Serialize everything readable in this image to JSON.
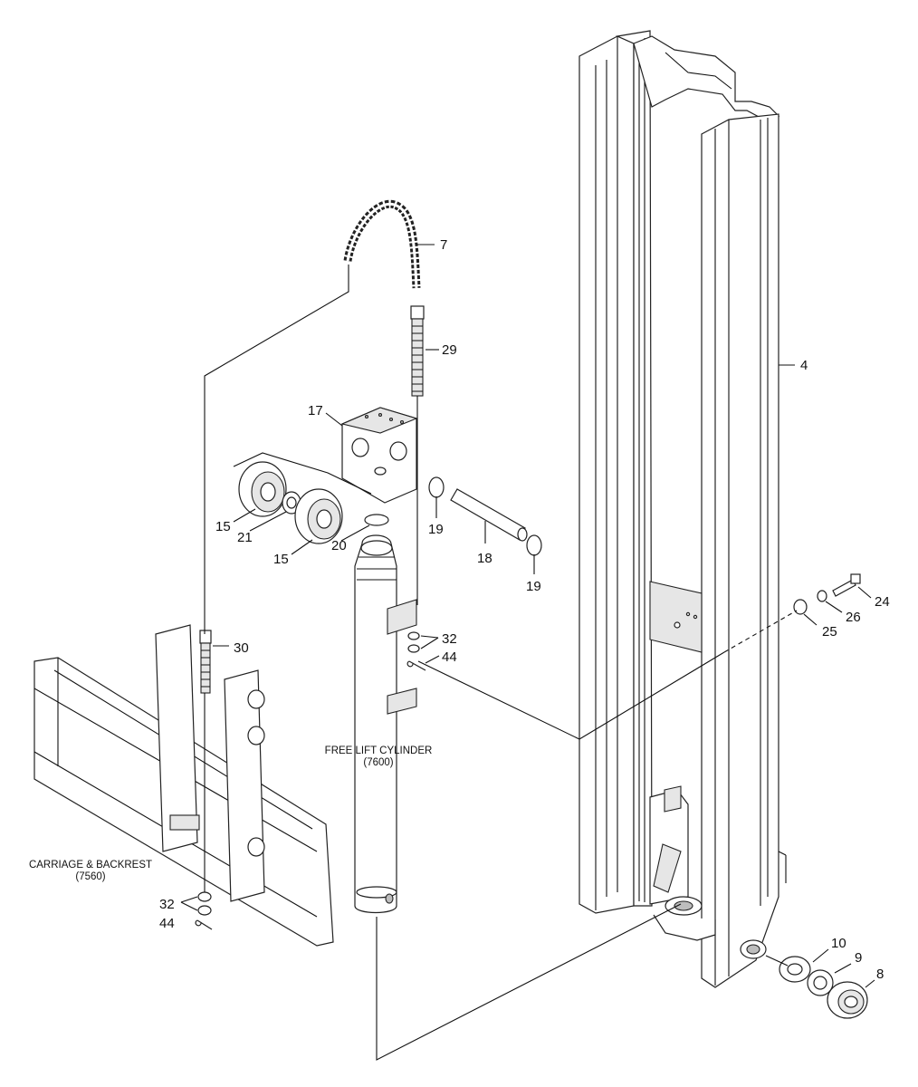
{
  "callouts": {
    "c4": "4",
    "c7": "7",
    "c8": "8",
    "c9": "9",
    "c10": "10",
    "c15a": "15",
    "c15b": "15",
    "c17": "17",
    "c18": "18",
    "c19a": "19",
    "c19b": "19",
    "c20": "20",
    "c21": "21",
    "c24": "24",
    "c25": "25",
    "c26": "26",
    "c29": "29",
    "c30": "30",
    "c32a": "32",
    "c32b": "32",
    "c44a": "44",
    "c44b": "44"
  },
  "notes": {
    "free_lift_title": "FREE LIFT CYLINDER",
    "free_lift_ref": "(7600)",
    "carriage_title": "CARRIAGE & BACKREST",
    "carriage_ref": "(7560)"
  }
}
